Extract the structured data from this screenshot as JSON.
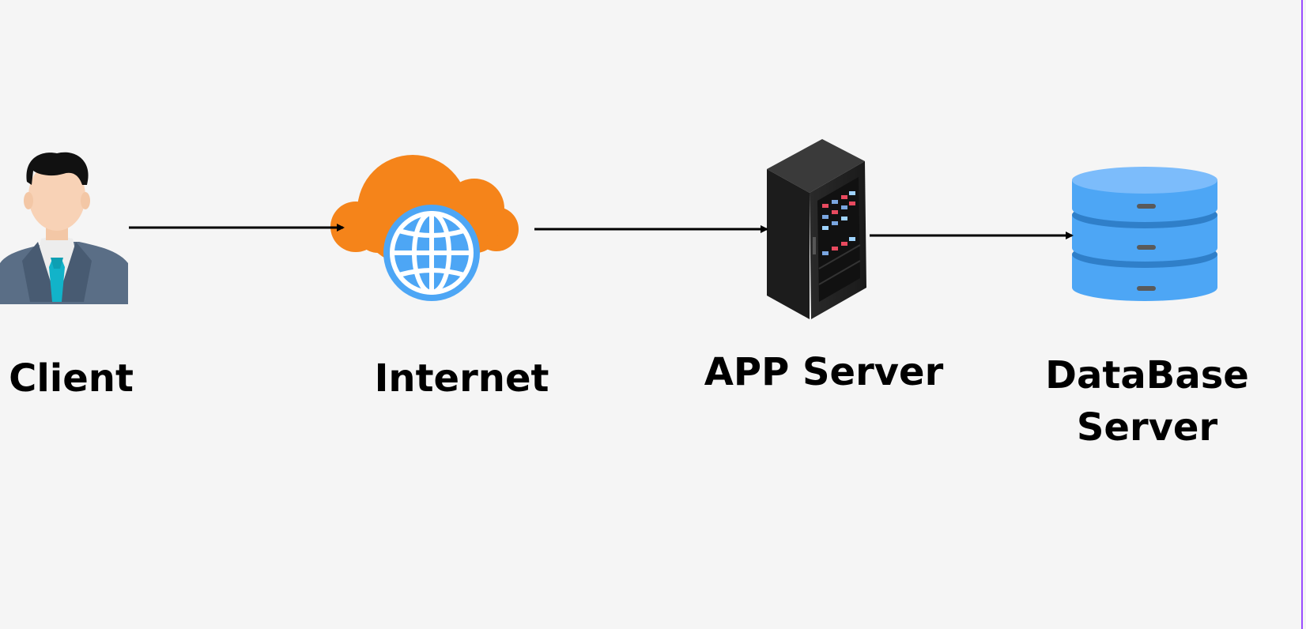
{
  "nodes": [
    {
      "id": "client",
      "label": "Client",
      "icon": "person-icon"
    },
    {
      "id": "internet",
      "label": "Internet",
      "icon": "cloud-globe-icon"
    },
    {
      "id": "app",
      "label": "APP Server",
      "icon": "server-rack-icon"
    },
    {
      "id": "db",
      "label": "DataBase Server",
      "icon": "database-icon"
    }
  ],
  "edges": [
    {
      "from": "client",
      "to": "internet"
    },
    {
      "from": "internet",
      "to": "app"
    },
    {
      "from": "app",
      "to": "db"
    }
  ],
  "colors": {
    "background": "#f5f5f5",
    "cloud": "#f5841a",
    "globe": "#4da6f5",
    "database": "#4da6f5",
    "database_dark": "#2f7fc9",
    "server": "#262626",
    "suit": "#5a6e86",
    "tie": "#12b3c9",
    "edge": "#000000",
    "right_border": "#9a4dff"
  }
}
